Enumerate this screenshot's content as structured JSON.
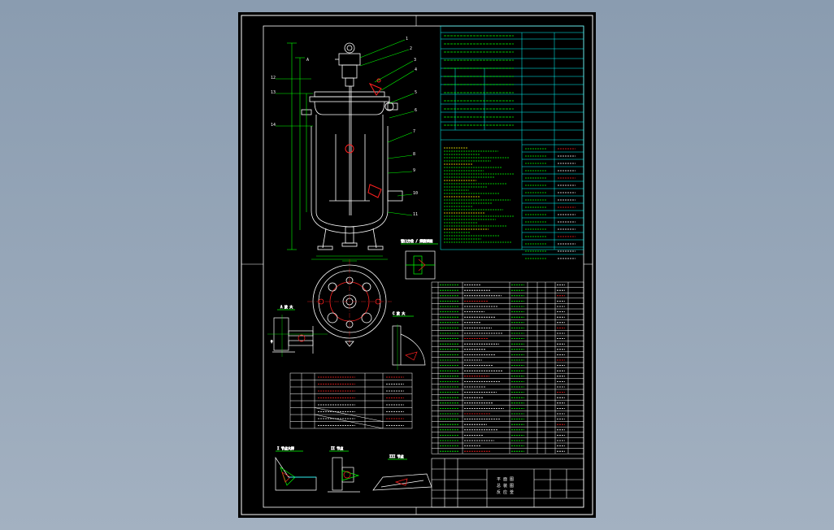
{
  "viewer": {
    "background_top": "#8a9cb0",
    "background_bottom": "#a3b1c1",
    "sheet_color": "#000000"
  },
  "drawing": {
    "line_colors": {
      "frame": "#ffffff",
      "geometry": "#ffffff",
      "dimension": "#00ff00",
      "table": "#00ffff",
      "highlight": "#ff2020",
      "note": "#ffff00"
    },
    "parts_rows": 32,
    "nozzle_rows": 8,
    "title_block": {
      "line1": "平  面  图",
      "line2": "总  装  图",
      "line3": "反 应 釜"
    }
  }
}
